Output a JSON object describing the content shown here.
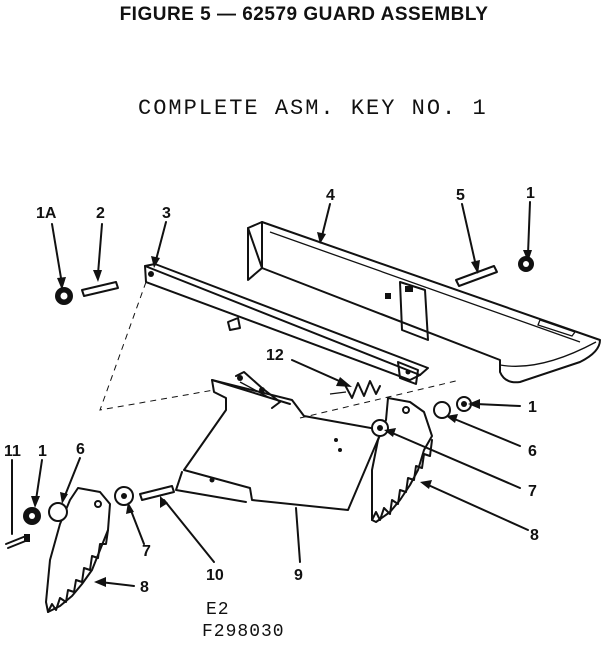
{
  "title": "FIGURE 5 — 62579 GUARD ASSEMBLY",
  "subtitle": "COMPLETE ASM. KEY NO. 1",
  "callouts": {
    "c1a": "1A",
    "c2": "2",
    "c3": "3",
    "c4": "4",
    "c5": "5",
    "c1_top": "1",
    "c12": "12",
    "c1_right": "1",
    "c6_right": "6",
    "c7_right": "7",
    "c8_right": "8",
    "c9": "9",
    "c10": "10",
    "c7_left": "7",
    "c8_left": "8",
    "c11": "11",
    "c1_left": "1",
    "c6_left": "6"
  },
  "codes": {
    "e2": "E2",
    "figure_id": "F298030"
  }
}
